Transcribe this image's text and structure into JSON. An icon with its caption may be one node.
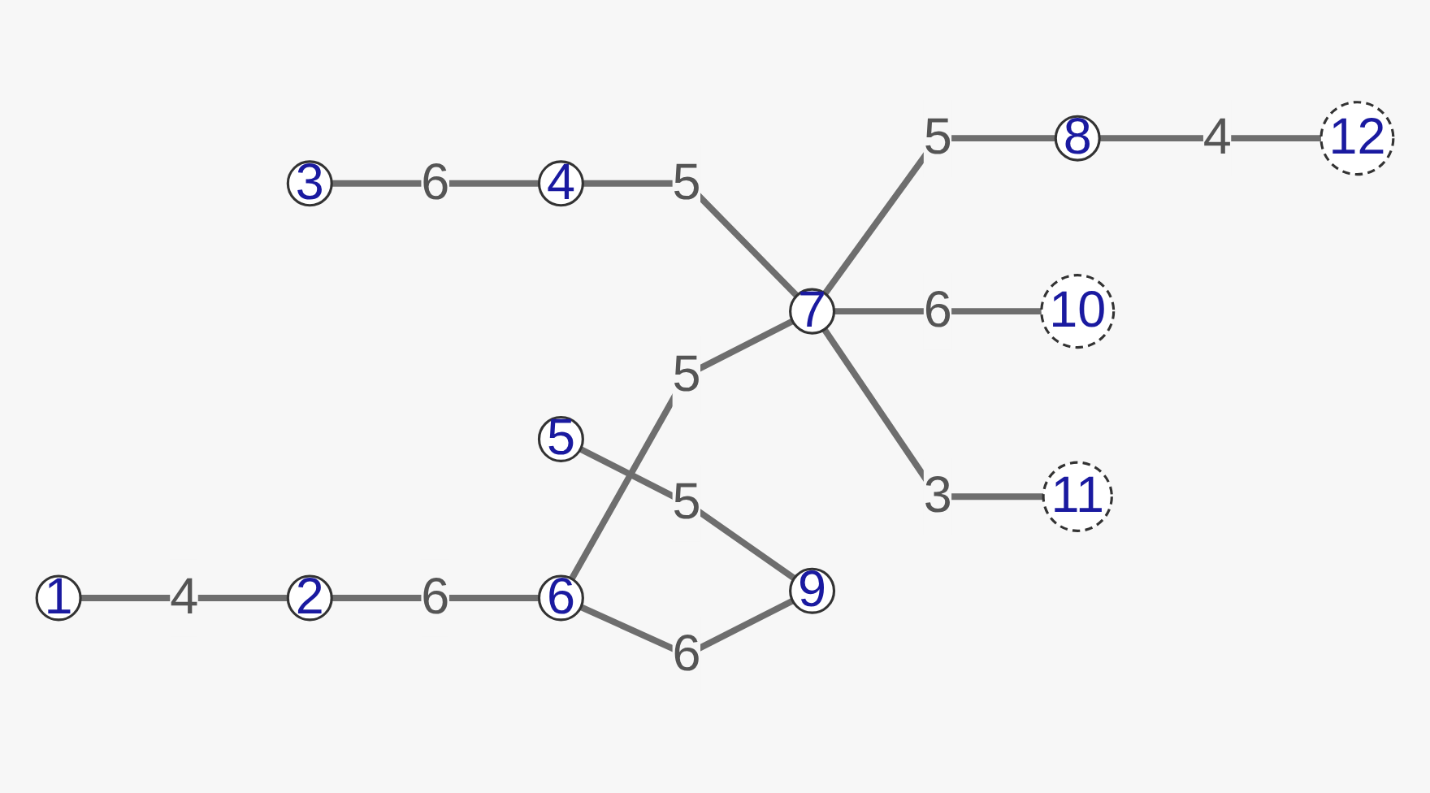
{
  "diagram": {
    "nodes": [
      {
        "text": [
          "1"
        ]
      },
      {
        "text": [
          "2"
        ]
      },
      {
        "text": [
          "3"
        ]
      },
      {
        "text": [
          "4"
        ]
      },
      {
        "text": [
          "5"
        ]
      },
      {
        "text": [
          "6"
        ]
      },
      {
        "text": [
          "7"
        ]
      },
      {
        "text": [
          "8"
        ]
      },
      {
        "text": [
          "9"
        ]
      },
      {
        "text": [
          "10"
        ]
      },
      {
        "text": [
          "11"
        ]
      },
      {
        "text": [
          "12"
        ]
      }
    ],
    "edges": [
      {
        "from": 0,
        "to": 1,
        "arrow": "none",
        "label": "4"
      },
      {
        "from": 1,
        "to": 5,
        "arrow": "none",
        "label": "6"
      },
      {
        "from": 2,
        "to": 3,
        "arrow": "none",
        "label": "6"
      },
      {
        "from": 3,
        "to": 6,
        "arrow": "none",
        "label": "5"
      },
      {
        "from": 5,
        "to": 6,
        "arrow": "none",
        "label": "5"
      },
      {
        "from": 6,
        "to": 7,
        "arrow": "none",
        "label": "5"
      },
      {
        "from": 4,
        "to": 8,
        "arrow": "none",
        "label": "5"
      },
      {
        "from": 5,
        "to": 8,
        "arrow": "none",
        "label": "6"
      },
      {
        "from": 6,
        "to": 9,
        "arrow": "none",
        "label": "6"
      },
      {
        "from": 6,
        "to": 10,
        "arrow": "none",
        "label": "3"
      },
      {
        "from": 7,
        "to": 11,
        "arrow": "none",
        "label": "4"
      }
    ]
  }
}
